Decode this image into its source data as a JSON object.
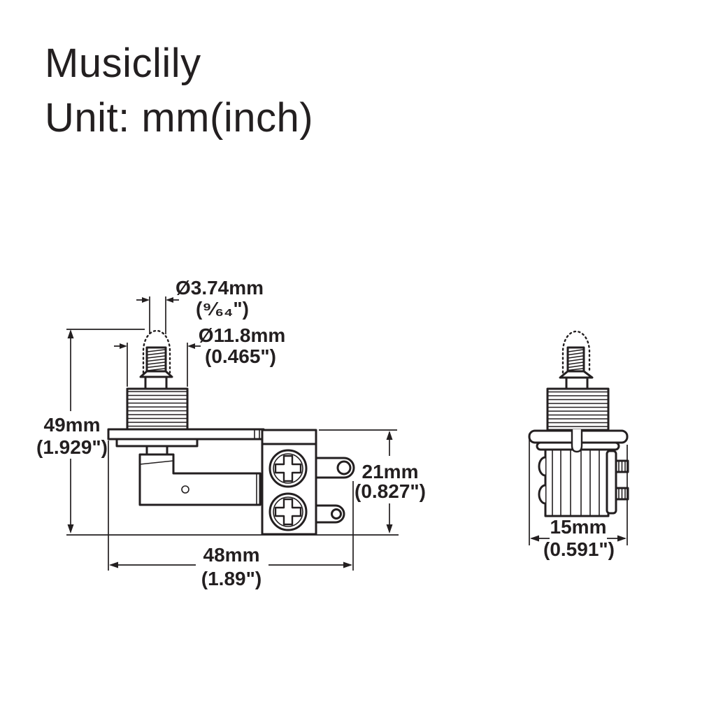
{
  "header": {
    "brand": "Musiclily",
    "unit_note": "Unit: mm(inch)"
  },
  "drawing": {
    "line_color": "#231f20",
    "background": "#ffffff",
    "dimensions": {
      "shaft_diameter": {
        "mm": "Ø3.74mm",
        "inch": "(⁹⁄₆₄\")"
      },
      "bushing_diameter": {
        "mm": "Ø11.8mm",
        "inch": "(0.465\")"
      },
      "overall_height": {
        "mm": "49mm",
        "inch": "(1.929\")"
      },
      "body_height": {
        "mm": "21mm",
        "inch": "(0.827\")"
      },
      "overall_length": {
        "mm": "48mm",
        "inch": "(1.89\")"
      },
      "body_width": {
        "mm": "15mm",
        "inch": "(0.591\")"
      }
    }
  }
}
